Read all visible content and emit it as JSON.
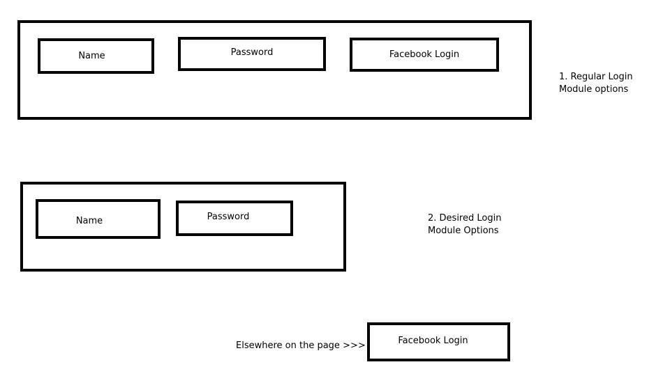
{
  "regular_module": {
    "name_label": "Name",
    "password_label": "Password",
    "facebook_label": "Facebook Login",
    "caption_line1": "1. Regular Login",
    "caption_line2": "Module options"
  },
  "desired_module": {
    "name_label": "Name",
    "password_label": "Password",
    "caption_line1": "2. Desired Login",
    "caption_line2": "Module Options"
  },
  "elsewhere": {
    "note": "Elsewhere on the page >>>",
    "facebook_label": "Facebook Login"
  }
}
